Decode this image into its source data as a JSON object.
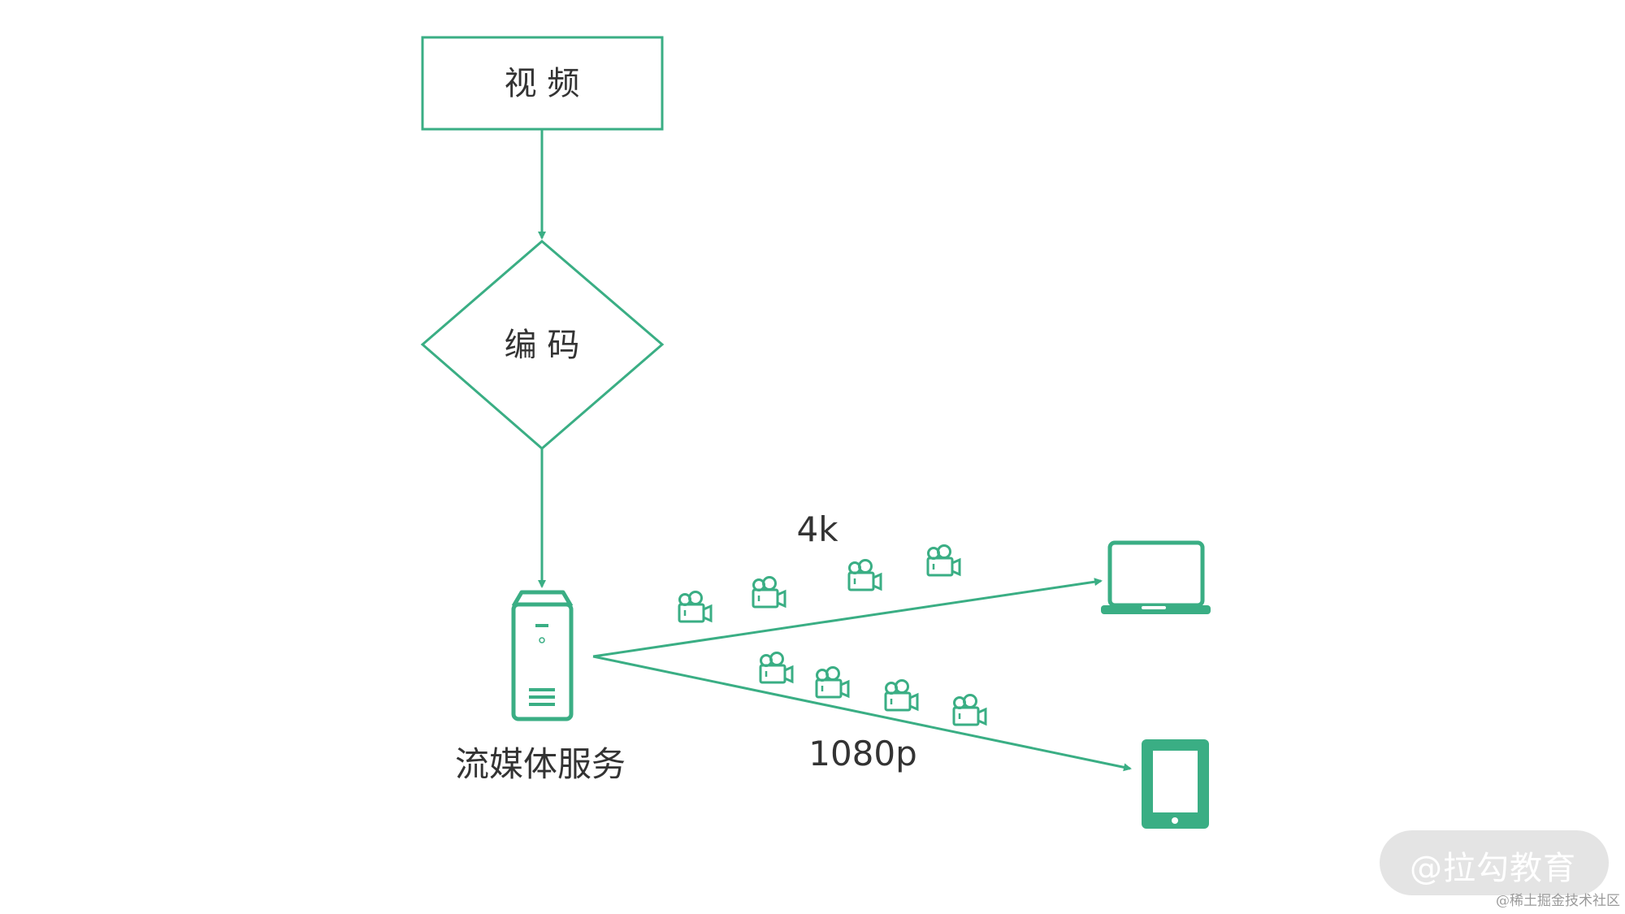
{
  "diagram": {
    "accent_color": "#3aae84",
    "text_color": "#333333",
    "nodes": {
      "video": "视 频",
      "encode": "编 码",
      "server": "流媒体服务"
    },
    "edges": {
      "upper_label": "4k",
      "lower_label": "1080p"
    },
    "icons": {
      "server": "server-tower-icon",
      "laptop": "laptop-icon",
      "tablet": "tablet-icon",
      "packet": "video-camera-icon"
    }
  },
  "watermarks": {
    "badge": "@拉勾教育",
    "site": "@稀土掘金技术社区"
  }
}
